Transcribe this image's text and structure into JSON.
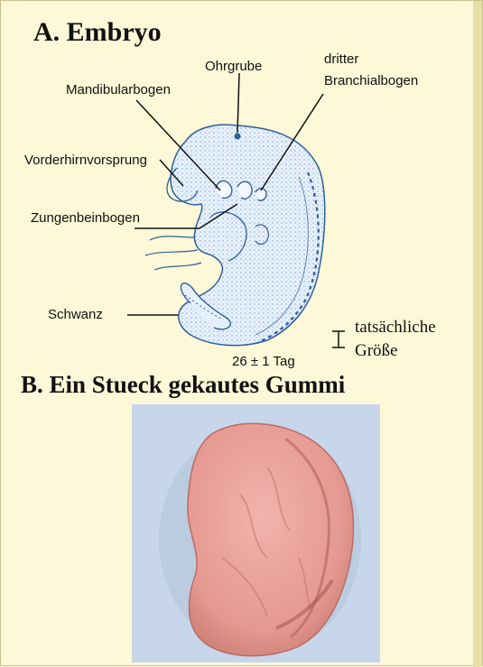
{
  "section_a": {
    "title": "A. Embryo",
    "labels": {
      "ohrgrube": "Ohrgrube",
      "dritter_line1": "dritter",
      "dritter_line2": "Branchialbogen",
      "mandibularbogen": "Mandibularbogen",
      "vorderhirnvorsprung": "Vorderhirnvorsprung",
      "zungenbeinbogen": "Zungenbeinbogen",
      "schwanz": "Schwanz",
      "age": "26 ± 1 Tag",
      "size_line1": "tatsächliche",
      "size_line2": "Größe"
    }
  },
  "section_b": {
    "title": "B. Ein Stueck gekautes Gummi"
  },
  "colors": {
    "background": "#fdf8d8",
    "embryo_fill": "#e6f0fb",
    "embryo_stipple": "#2f5f9a",
    "gum": "#e9a29c",
    "photo_bg": "#c7d6ea"
  }
}
